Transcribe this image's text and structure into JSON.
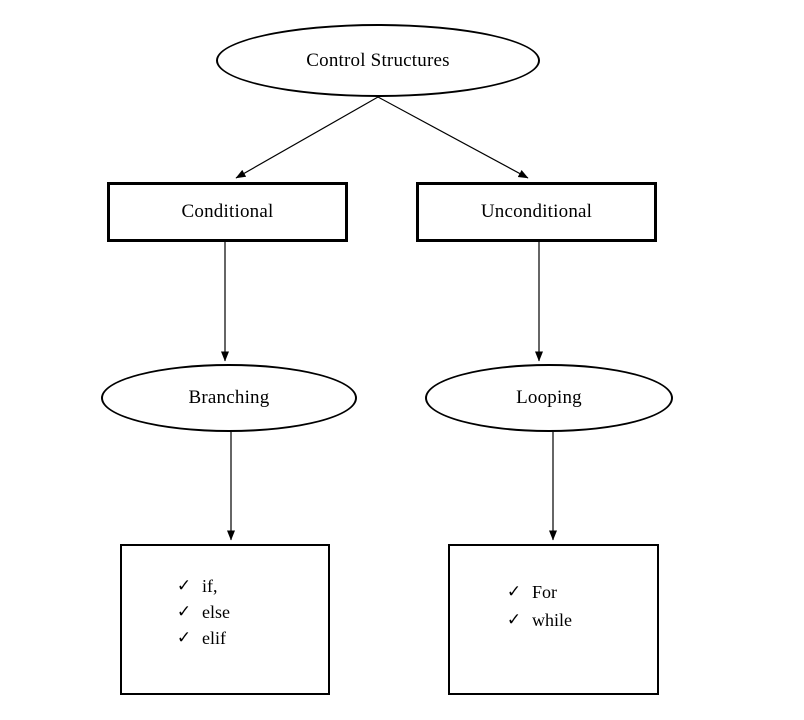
{
  "diagram": {
    "background_color": "#ffffff",
    "stroke_color": "#000000",
    "text_color": "#000000",
    "check_icon": "✓",
    "nodes": {
      "root": {
        "label": "Control Structures",
        "shape": "ellipse"
      },
      "conditional": {
        "label": "Conditional",
        "shape": "rectangle"
      },
      "unconditional": {
        "label": "Unconditional",
        "shape": "rectangle"
      },
      "branching": {
        "label": "Branching",
        "shape": "ellipse"
      },
      "looping": {
        "label": "Looping",
        "shape": "ellipse"
      },
      "branching_items": {
        "shape": "rectangle",
        "items": [
          "if,",
          "else",
          "elif"
        ]
      },
      "looping_items": {
        "shape": "rectangle",
        "items": [
          "For",
          "while"
        ]
      }
    },
    "edges": [
      {
        "from": "root",
        "to": "conditional"
      },
      {
        "from": "root",
        "to": "unconditional"
      },
      {
        "from": "conditional",
        "to": "branching"
      },
      {
        "from": "unconditional",
        "to": "looping"
      },
      {
        "from": "branching",
        "to": "branching_items"
      },
      {
        "from": "looping",
        "to": "looping_items"
      }
    ]
  }
}
